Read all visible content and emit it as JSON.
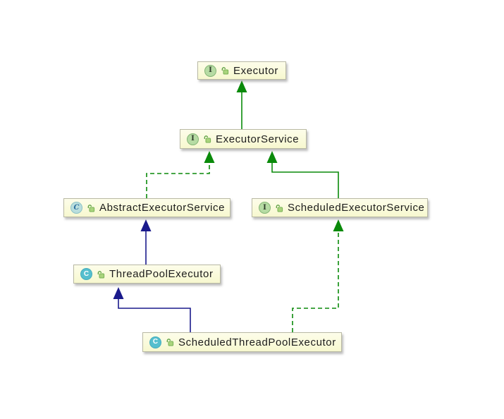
{
  "diagram": {
    "kind": "uml-class-diagram",
    "subject": "java.util.concurrent Executor framework hierarchy",
    "background": "#ffffff"
  },
  "colors": {
    "green_edge": "#0a8a0a",
    "navy_edge": "#1a1a8c",
    "node_fill_top": "#fdfdea",
    "node_fill_bottom": "#f7f8cf",
    "node_border": "#b9b9a4",
    "interface_badge": "#b6dba3",
    "class_badge": "#55bfce",
    "abstract_badge": "#b9dedd",
    "label_text": "#1c1c1c"
  },
  "nodes": [
    {
      "id": "executor",
      "label": "Executor",
      "kind": "interface",
      "icon_letter": "I",
      "modifier": "unlocked-padlock"
    },
    {
      "id": "executor-service",
      "label": "ExecutorService",
      "kind": "interface",
      "icon_letter": "I",
      "modifier": "unlocked-padlock"
    },
    {
      "id": "abstract-executor-service",
      "label": "AbstractExecutorService",
      "kind": "abstract-class",
      "icon_letter": "C",
      "modifier": "unlocked-padlock"
    },
    {
      "id": "scheduled-executor-service",
      "label": "ScheduledExecutorService",
      "kind": "interface",
      "icon_letter": "I",
      "modifier": "unlocked-padlock"
    },
    {
      "id": "thread-pool-executor",
      "label": "ThreadPoolExecutor",
      "kind": "class",
      "icon_letter": "C",
      "modifier": "unlocked-padlock"
    },
    {
      "id": "scheduled-thread-pool-executor",
      "label": "ScheduledThreadPoolExecutor",
      "kind": "class",
      "icon_letter": "C",
      "modifier": "unlocked-padlock"
    }
  ],
  "edges": [
    {
      "from": "ExecutorService",
      "to": "Executor",
      "relation": "extends",
      "line": "solid",
      "color": "green"
    },
    {
      "from": "AbstractExecutorService",
      "to": "ExecutorService",
      "relation": "implements",
      "line": "dashed",
      "color": "green"
    },
    {
      "from": "ScheduledExecutorService",
      "to": "ExecutorService",
      "relation": "extends",
      "line": "solid",
      "color": "green"
    },
    {
      "from": "ThreadPoolExecutor",
      "to": "AbstractExecutorService",
      "relation": "extends",
      "line": "solid",
      "color": "navy"
    },
    {
      "from": "ScheduledThreadPoolExecutor",
      "to": "ThreadPoolExecutor",
      "relation": "extends",
      "line": "solid",
      "color": "navy"
    },
    {
      "from": "ScheduledThreadPoolExecutor",
      "to": "ScheduledExecutorService",
      "relation": "implements",
      "line": "dashed",
      "color": "green"
    }
  ]
}
